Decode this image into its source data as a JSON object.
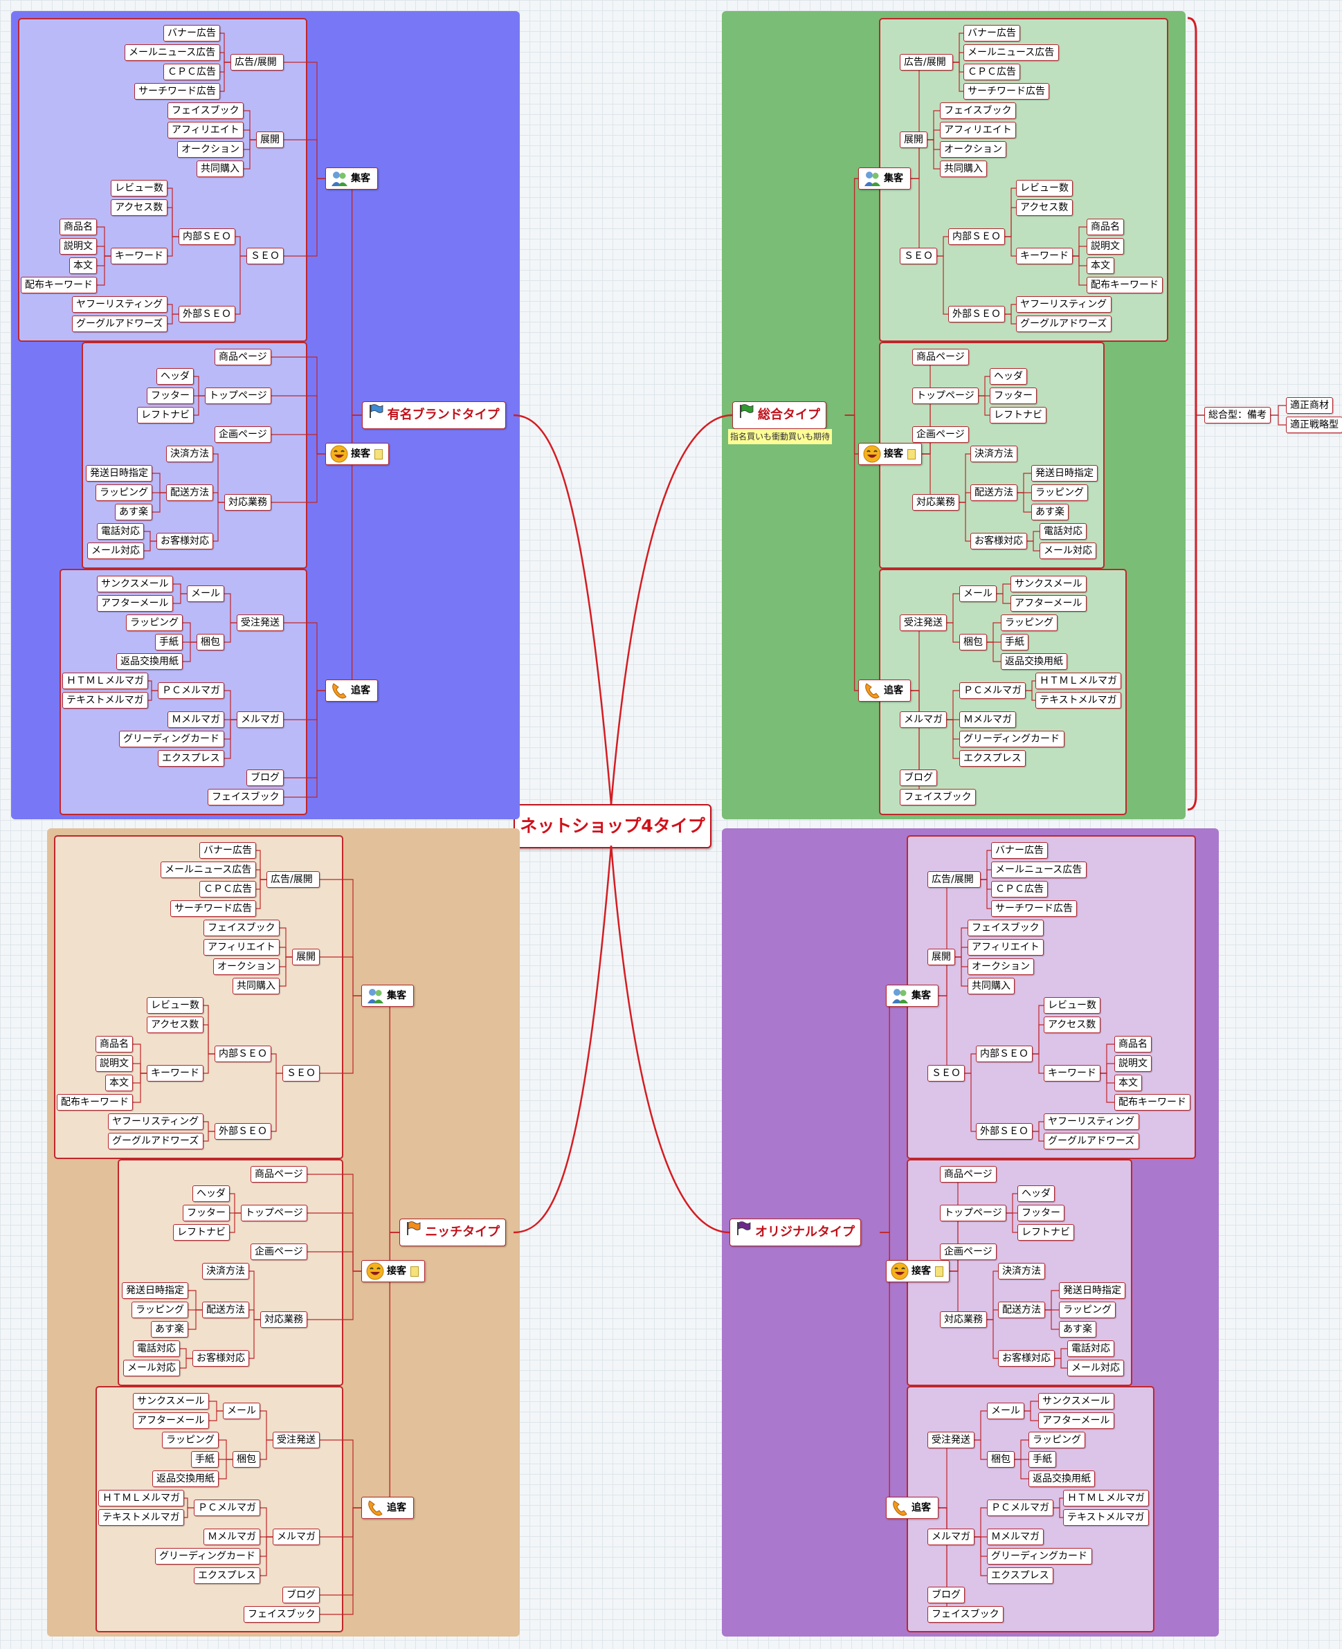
{
  "center_title": "ネットショップ4タイプ",
  "branches": {
    "famous": {
      "title": "有名ブランドタイプ",
      "color": "#7878f6",
      "sub": "#babaf8"
    },
    "general": {
      "title": "総合タイプ",
      "note": "指名買いも衝動買いも期待",
      "color": "#7abd76",
      "sub": "#bfe0bf",
      "side_label": "総合型：備考",
      "side_items": [
        "適正商材",
        "適正戦略型"
      ]
    },
    "niche": {
      "title": "ニッチタイプ",
      "color": "#e1c09a",
      "sub": "#f1e0cc"
    },
    "original": {
      "title": "オリジナルタイプ",
      "color": "#aa78cc",
      "sub": "#dcc3e8"
    }
  },
  "categories": {
    "attract": "集客",
    "serve": "接客",
    "follow": "追客"
  },
  "attract": {
    "ad": "広告/展開",
    "ad_items": [
      "バナー広告",
      "メールニュース広告",
      "ＣＰＣ広告",
      "サーチワード広告"
    ],
    "dev": "展開",
    "dev_items": [
      "フェイスブック",
      "アフィリエイト",
      "オークション",
      "共同購入"
    ],
    "seo": "ＳＥＯ",
    "inner": "内部ＳＥＯ",
    "inner_items": [
      "レビュー数",
      "アクセス数"
    ],
    "keyword": "キーワード",
    "keyword_items": [
      "商品名",
      "説明文",
      "本文",
      "配布キーワード"
    ],
    "outer": "外部ＳＥＯ",
    "outer_items": [
      "ヤフーリスティング",
      "グーグルアドワーズ"
    ]
  },
  "serve": {
    "product": "商品ページ",
    "top": "トップページ",
    "top_items": [
      "ヘッダ",
      "フッター",
      "レフトナビ"
    ],
    "plan": "企画ページ",
    "ops": "対応業務",
    "pay": "決済方法",
    "ship": "配送方法",
    "ship_items": [
      "発送日時指定",
      "ラッピング",
      "あす楽"
    ],
    "cust": "お客様対応",
    "cust_items": [
      "電話対応",
      "メール対応"
    ]
  },
  "follow": {
    "order": "受注発送",
    "mail": "メール",
    "mail_items": [
      "サンクスメール",
      "アフターメール"
    ],
    "pack": "梱包",
    "pack_items": [
      "ラッピング",
      "手紙",
      "返品交換用紙"
    ],
    "mag": "メルマガ",
    "pc": "ＰＣメルマガ",
    "pc_items": [
      "ＨＴＭＬメルマガ",
      "テキストメルマガ"
    ],
    "mag_items": [
      "Ｍメルマガ",
      "グリーディングカード",
      "エクスプレス"
    ],
    "blog": "ブログ",
    "fb": "フェイスブック"
  }
}
